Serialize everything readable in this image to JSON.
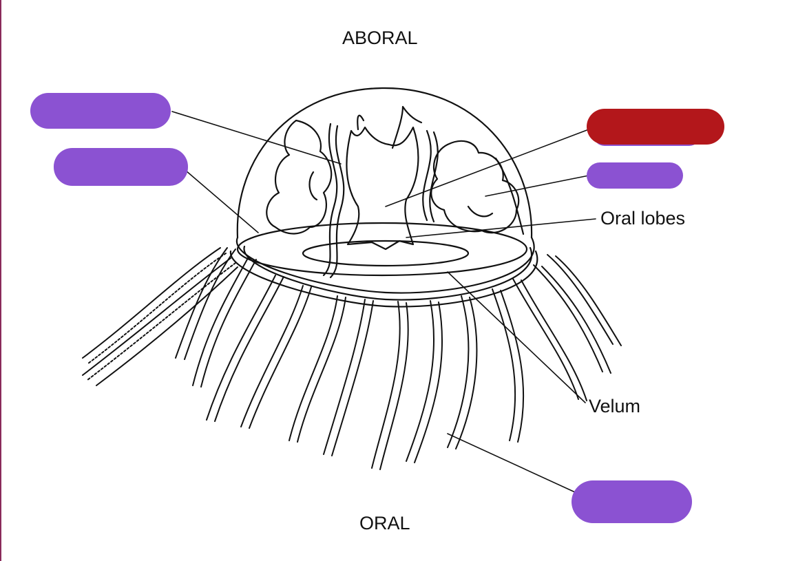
{
  "labels": {
    "aboral": "ABORAL",
    "oral": "ORAL",
    "oral_lobes": "Oral lobes",
    "velum": "Velum"
  },
  "colors": {
    "purple_mask": "#8b52d2",
    "red_mask": "#b3171b",
    "line": "#111111",
    "frame_rule": "#8a2a5a"
  },
  "masked_labels": 5
}
